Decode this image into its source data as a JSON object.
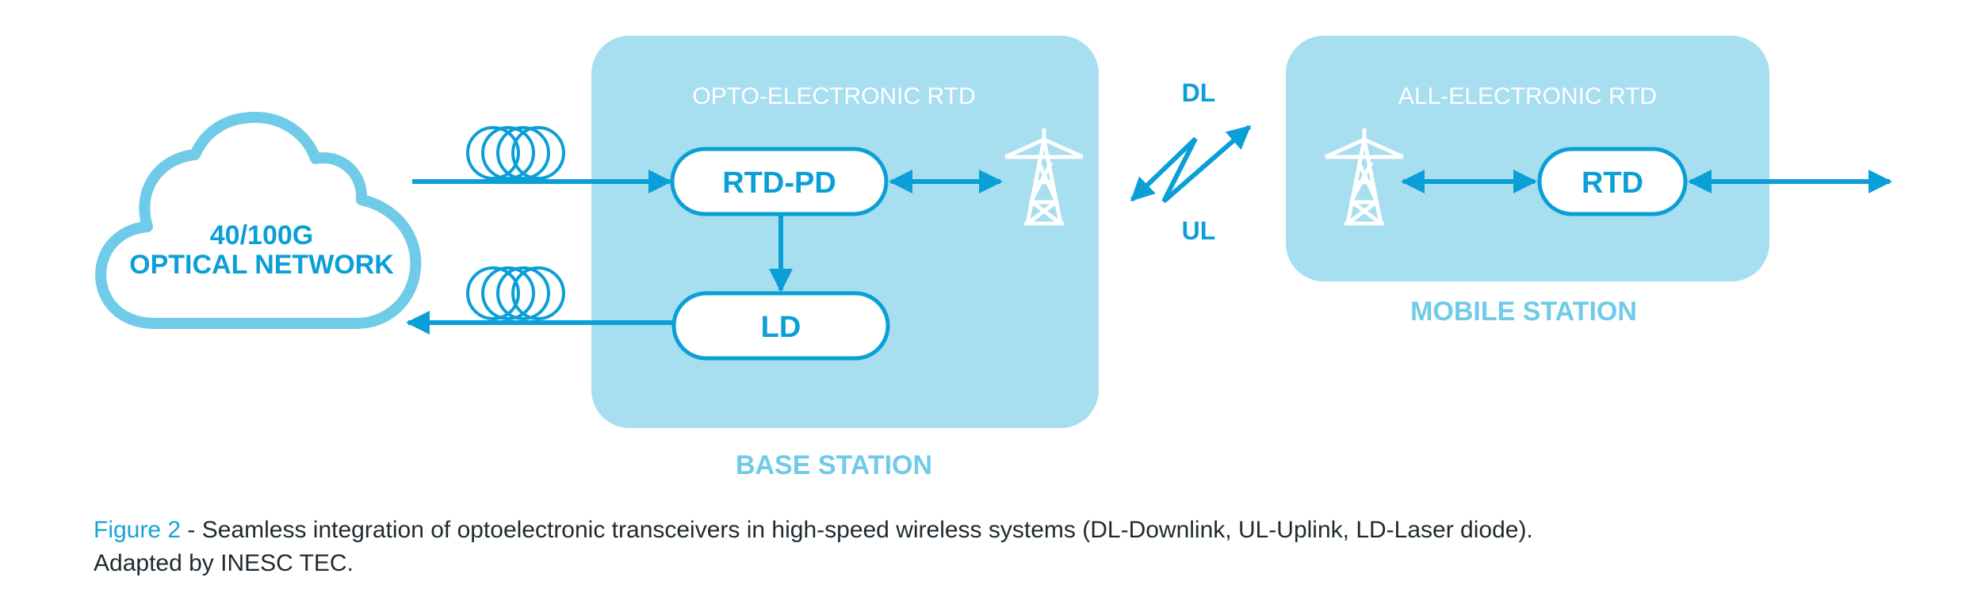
{
  "colors": {
    "accent": "#0a9fd6",
    "panel": "#a7def0",
    "panel_label": "#ffffff",
    "station_label": "#6fcbe8",
    "cloud_stroke": "#6fcbe8",
    "pill_fill": "#ffffff",
    "caption_text": "#1f2a30",
    "figure_label": "#1aa3d6"
  },
  "cloud": {
    "line1": "40/100G",
    "line2": "OPTICAL NETWORK"
  },
  "base_station": {
    "panel_title": "OPTO-ELECTRONIC RTD",
    "label": "BASE STATION",
    "rtd_pd": "RTD-PD",
    "ld": "LD"
  },
  "wireless": {
    "downlink": "DL",
    "uplink": "UL"
  },
  "mobile_station": {
    "panel_title": "ALL-ELECTRONIC RTD",
    "label": "MOBILE STATION",
    "rtd": "RTD"
  },
  "icons": [
    "fiber-coil-icon",
    "antenna-tower-icon",
    "lightning-link-icon"
  ],
  "caption": {
    "figure_label": "Figure 2",
    "text": " - Seamless integration of optoelectronic transceivers in high-speed wireless systems (DL-Downlink, UL-Uplink, LD-Laser diode).",
    "credit": "Adapted by INESC TEC."
  }
}
